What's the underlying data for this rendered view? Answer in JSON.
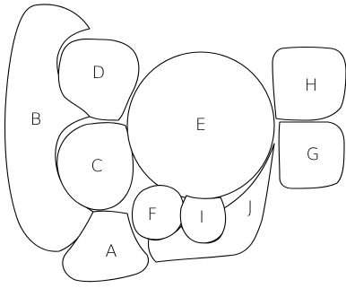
{
  "diagram": {
    "regions": [
      {
        "id": "B",
        "label": "B"
      },
      {
        "id": "D",
        "label": "D"
      },
      {
        "id": "C",
        "label": "C"
      },
      {
        "id": "A",
        "label": "A"
      },
      {
        "id": "E",
        "label": "E"
      },
      {
        "id": "F",
        "label": "F"
      },
      {
        "id": "I",
        "label": "I"
      },
      {
        "id": "J",
        "label": "J"
      },
      {
        "id": "H",
        "label": "H"
      },
      {
        "id": "G",
        "label": "G"
      }
    ],
    "colors": {
      "stroke": "#000000",
      "fill": "#ffffff"
    }
  }
}
